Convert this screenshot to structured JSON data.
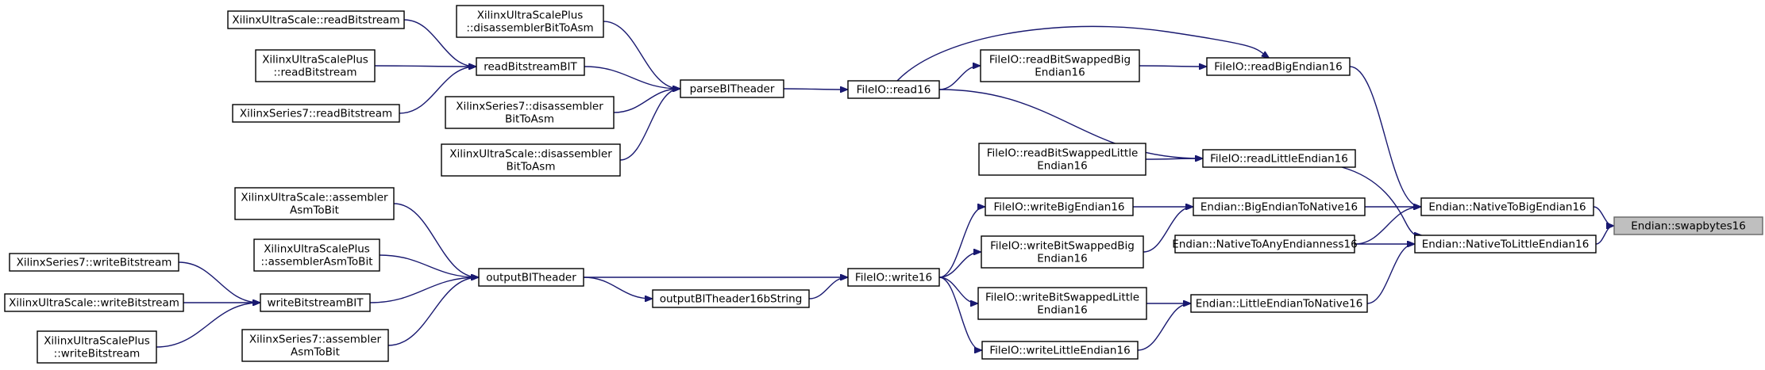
{
  "nodes": [
    {
      "id": "swapbytes16",
      "lines": [
        "Endian::swapbytes16"
      ],
      "root": true
    },
    {
      "id": "NativeToBigEndian16",
      "lines": [
        "Endian::NativeToBigEndian16"
      ]
    },
    {
      "id": "NativeToLittleEndian16",
      "lines": [
        "Endian::NativeToLittleEndian16"
      ]
    },
    {
      "id": "NativeToAnyEndianness16",
      "lines": [
        "Endian::NativeToAnyEndianness16"
      ]
    },
    {
      "id": "BigEndianToNative16",
      "lines": [
        "Endian::BigEndianToNative16"
      ]
    },
    {
      "id": "LittleEndianToNative16",
      "lines": [
        "Endian::LittleEndianToNative16"
      ]
    },
    {
      "id": "readBigEndian16",
      "lines": [
        "FileIO::readBigEndian16"
      ]
    },
    {
      "id": "readLittleEndian16",
      "lines": [
        "FileIO::readLittleEndian16"
      ]
    },
    {
      "id": "readBitSwappedBigEndian16",
      "lines": [
        "FileIO::readBitSwappedBig",
        "Endian16"
      ]
    },
    {
      "id": "readBitSwappedLittleEndian16",
      "lines": [
        "FileIO::readBitSwappedLittle",
        "Endian16"
      ]
    },
    {
      "id": "read16",
      "lines": [
        "FileIO::read16"
      ]
    },
    {
      "id": "parseBITheader",
      "lines": [
        "parseBITheader"
      ]
    },
    {
      "id": "readBitstreamBIT",
      "lines": [
        "readBitstreamBIT"
      ]
    },
    {
      "id": "XUS_readBitstream",
      "lines": [
        "XilinxUltraScale::readBitstream"
      ]
    },
    {
      "id": "XUSP_readBitstream",
      "lines": [
        "XilinxUltraScalePlus",
        "::readBitstream"
      ]
    },
    {
      "id": "XS7_readBitstream",
      "lines": [
        "XilinxSeries7::readBitstream"
      ]
    },
    {
      "id": "XUSP_disassemblerBitToAsm",
      "lines": [
        "XilinxUltraScalePlus",
        "::disassemblerBitToAsm"
      ]
    },
    {
      "id": "XS7_disassemblerBitToAsm",
      "lines": [
        "XilinxSeries7::disassembler",
        "BitToAsm"
      ]
    },
    {
      "id": "XUS_disassemblerBitToAsm",
      "lines": [
        "XilinxUltraScale::disassembler",
        "BitToAsm"
      ]
    },
    {
      "id": "writeBigEndian16",
      "lines": [
        "FileIO::writeBigEndian16"
      ]
    },
    {
      "id": "writeBitSwappedBigEndian16",
      "lines": [
        "FileIO::writeBitSwappedBig",
        "Endian16"
      ]
    },
    {
      "id": "writeBitSwappedLittleEndian16",
      "lines": [
        "FileIO::writeBitSwappedLittle",
        "Endian16"
      ]
    },
    {
      "id": "writeLittleEndian16",
      "lines": [
        "FileIO::writeLittleEndian16"
      ]
    },
    {
      "id": "write16",
      "lines": [
        "FileIO::write16"
      ]
    },
    {
      "id": "outputBITheader",
      "lines": [
        "outputBITheader"
      ]
    },
    {
      "id": "outputBITheader16bString",
      "lines": [
        "outputBITheader16bString"
      ]
    },
    {
      "id": "writeBitstreamBIT",
      "lines": [
        "writeBitstreamBIT"
      ]
    },
    {
      "id": "XUS_assemblerAsmToBit",
      "lines": [
        "XilinxUltraScale::assembler",
        "AsmToBit"
      ]
    },
    {
      "id": "XUSP_assemblerAsmToBit",
      "lines": [
        "XilinxUltraScalePlus",
        "::assemblerAsmToBit"
      ]
    },
    {
      "id": "XS7_assemblerAsmToBit",
      "lines": [
        "XilinxSeries7::assembler",
        "AsmToBit"
      ]
    },
    {
      "id": "XS7_writeBitstream",
      "lines": [
        "XilinxSeries7::writeBitstream"
      ]
    },
    {
      "id": "XUS_writeBitstream",
      "lines": [
        "XilinxUltraScale::writeBitstream"
      ]
    },
    {
      "id": "XUSP_writeBitstream",
      "lines": [
        "XilinxUltraScalePlus",
        "::writeBitstream"
      ]
    }
  ],
  "edges": [
    [
      "NativeToBigEndian16",
      "swapbytes16"
    ],
    [
      "NativeToLittleEndian16",
      "swapbytes16"
    ],
    [
      "readBigEndian16",
      "NativeToBigEndian16"
    ],
    [
      "BigEndianToNative16",
      "NativeToBigEndian16"
    ],
    [
      "NativeToAnyEndianness16",
      "NativeToBigEndian16"
    ],
    [
      "readLittleEndian16",
      "NativeToLittleEndian16"
    ],
    [
      "NativeToAnyEndianness16",
      "NativeToLittleEndian16"
    ],
    [
      "LittleEndianToNative16",
      "NativeToLittleEndian16"
    ],
    [
      "read16",
      "readBigEndian16"
    ],
    [
      "readBitSwappedBigEndian16",
      "readBigEndian16"
    ],
    [
      "read16",
      "readLittleEndian16"
    ],
    [
      "readBitSwappedLittleEndian16",
      "readLittleEndian16"
    ],
    [
      "read16",
      "readBitSwappedBigEndian16"
    ],
    [
      "parseBITheader",
      "read16"
    ],
    [
      "readBitstreamBIT",
      "parseBITheader"
    ],
    [
      "XUSP_disassemblerBitToAsm",
      "parseBITheader"
    ],
    [
      "XS7_disassemblerBitToAsm",
      "parseBITheader"
    ],
    [
      "XUS_disassemblerBitToAsm",
      "parseBITheader"
    ],
    [
      "XUS_readBitstream",
      "readBitstreamBIT"
    ],
    [
      "XUSP_readBitstream",
      "readBitstreamBIT"
    ],
    [
      "XS7_readBitstream",
      "readBitstreamBIT"
    ],
    [
      "writeBigEndian16",
      "BigEndianToNative16"
    ],
    [
      "writeBitSwappedBigEndian16",
      "BigEndianToNative16"
    ],
    [
      "writeBitSwappedLittleEndian16",
      "LittleEndianToNative16"
    ],
    [
      "writeLittleEndian16",
      "LittleEndianToNative16"
    ],
    [
      "write16",
      "writeBigEndian16"
    ],
    [
      "write16",
      "writeBitSwappedBigEndian16"
    ],
    [
      "write16",
      "writeBitSwappedLittleEndian16"
    ],
    [
      "write16",
      "writeLittleEndian16"
    ],
    [
      "outputBITheader",
      "write16"
    ],
    [
      "outputBITheader16bString",
      "write16"
    ],
    [
      "outputBITheader",
      "outputBITheader16bString"
    ],
    [
      "writeBitstreamBIT",
      "outputBITheader"
    ],
    [
      "XUS_assemblerAsmToBit",
      "outputBITheader"
    ],
    [
      "XUSP_assemblerAsmToBit",
      "outputBITheader"
    ],
    [
      "XS7_assemblerAsmToBit",
      "outputBITheader"
    ],
    [
      "XS7_writeBitstream",
      "writeBitstreamBIT"
    ],
    [
      "XUS_writeBitstream",
      "writeBitstreamBIT"
    ],
    [
      "XUSP_writeBitstream",
      "writeBitstreamBIT"
    ]
  ],
  "colors": {
    "edge": "#191970",
    "root_fill": "#bfbfbf",
    "node_fill": "#ffffff",
    "border": "#000000"
  }
}
